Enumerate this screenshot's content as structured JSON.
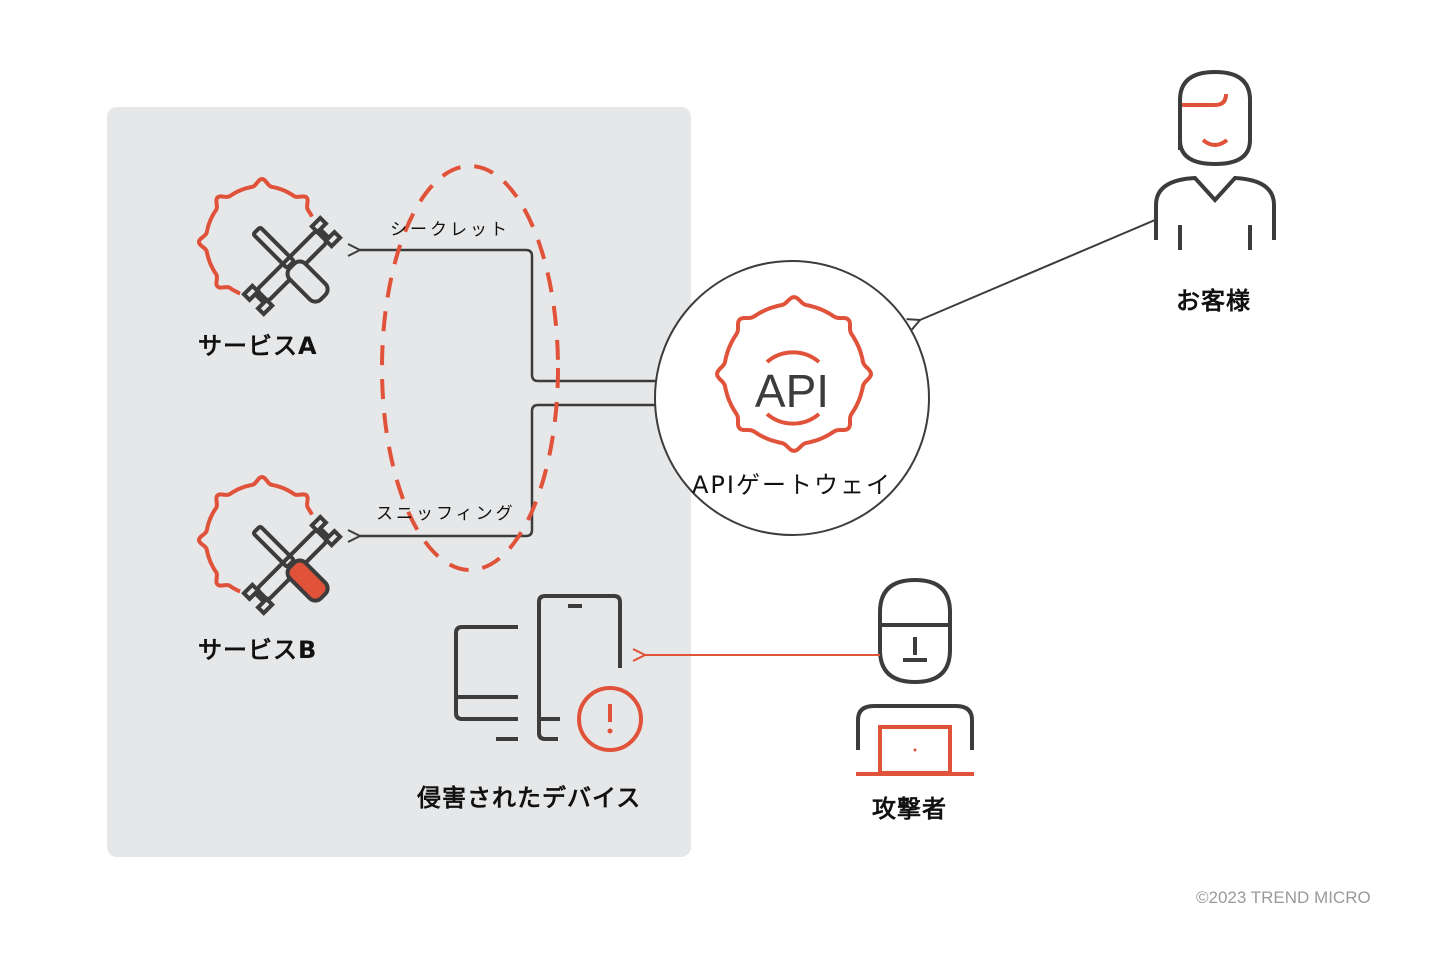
{
  "labels": {
    "service_a": "サービスA",
    "service_b": "サービスB",
    "api_gateway": "APIゲートウェイ",
    "api_icon_text": "API",
    "customer": "お客様",
    "attacker": "攻撃者",
    "compromised_device": "侵害されたデバイス",
    "secret": "シークレット",
    "sniffing": "スニッフィング"
  },
  "copyright": "©2023 TREND MICRO",
  "colors": {
    "accent": "#E0533A",
    "stroke": "#3c3c3c",
    "panel": "#E6E7E8"
  }
}
